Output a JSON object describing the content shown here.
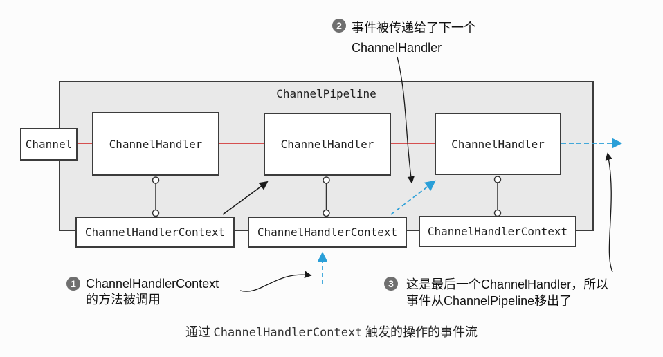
{
  "colors": {
    "background": "#fcfcfc",
    "pipeline_fill": "#e9e9e9",
    "box_border": "#3c3c3c",
    "red_line": "#cf1d1d",
    "blue_arrow": "#2a9fd8",
    "callout_circle": "#6f6f6f"
  },
  "pipeline": {
    "label": "ChannelPipeline"
  },
  "channel": {
    "label": "Channel"
  },
  "handlers": [
    {
      "label": "ChannelHandler"
    },
    {
      "label": "ChannelHandler"
    },
    {
      "label": "ChannelHandler"
    }
  ],
  "contexts": [
    {
      "label": "ChannelHandlerContext"
    },
    {
      "label": "ChannelHandlerContext"
    },
    {
      "label": "ChannelHandlerContext"
    }
  ],
  "callouts": {
    "c1": {
      "number": "1",
      "line1": "ChannelHandlerContext",
      "line2": "的方法被调用"
    },
    "c2": {
      "number": "2",
      "line1": "事件被传递给了下一个",
      "line2": "ChannelHandler"
    },
    "c3": {
      "number": "3",
      "line1": "这是最后一个ChannelHandler，所以",
      "line2": "事件从ChannelPipeline移出了"
    }
  },
  "caption": {
    "prefix": "通过 ",
    "code": "ChannelHandlerContext",
    "suffix": " 触发的操作的事件流"
  }
}
